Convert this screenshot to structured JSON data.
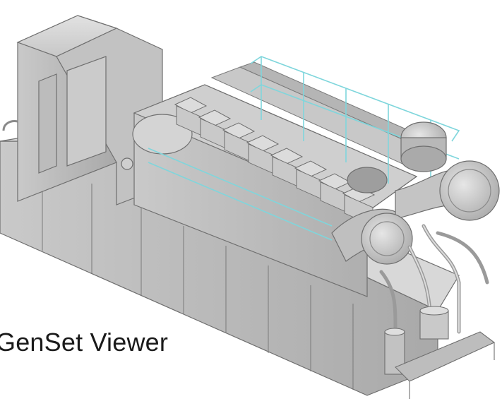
{
  "title": "GenSet Viewer",
  "colors": {
    "background": "#ffffff",
    "machine_light": "#d4d4d4",
    "machine_mid": "#bdbdbd",
    "machine_dark": "#9a9a9a",
    "outline": "#6f6f6f",
    "railing": "#7fd6dc"
  },
  "illustration": {
    "subject": "genset-3d-model",
    "cylinder_heads_per_bank": 8
  }
}
